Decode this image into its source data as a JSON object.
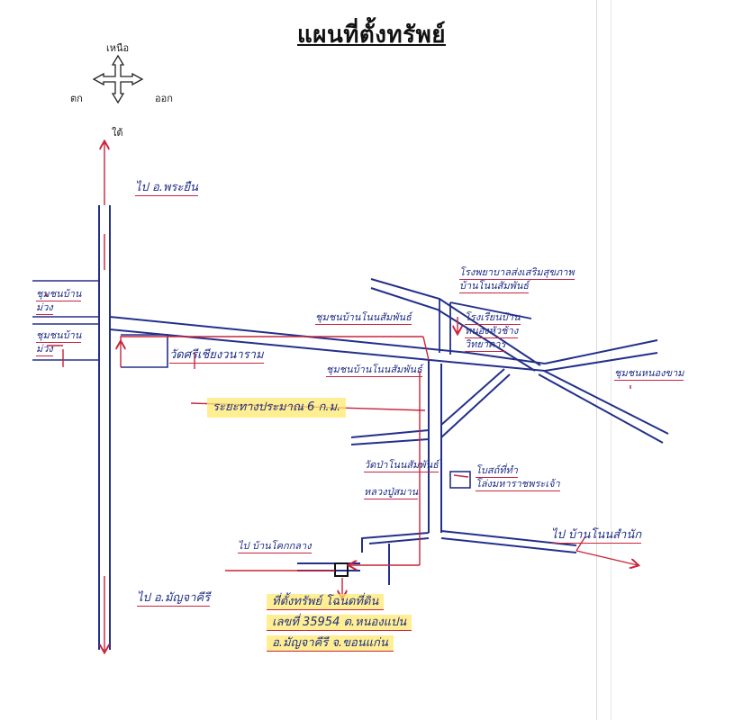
{
  "title": "แผนที่ตั้งทรัพย์",
  "compass": {
    "north": "เหนือ",
    "west": "ตก",
    "east": "ออก",
    "south": "ใต้"
  },
  "labels": {
    "to_phrayuen": "ไป อ.พระยืน",
    "community_left_1_a": "ชุมชนบ้าน",
    "community_left_1_b": "ม่วง",
    "community_left_2_a": "ชุมชนบ้าน",
    "community_left_2_b": "ม่วง",
    "wat_left": "วัดศรีเชียงวนาราม",
    "community_top": "ชุมชนบ้านโนนสัมพันธ์",
    "community_mid": "ชุมชนบ้านโนนสัมพันธ์",
    "hospital": "โรงพยาบาลส่งเสริมสุขภาพ",
    "hospital_2": "บ้านโนนสัมพันธ์",
    "school_1": "โรงเรียนบ้าน",
    "school_2": "หนองหัวช้าง",
    "school_3": "วิทยาคาร",
    "community_right": "ชุมชนหนองขาม",
    "distance": "ระยะทางประมาณ 6 ก.ม.",
    "wat_center_1": "วัดป่าโนนสัมพันธ์",
    "wat_center_2": "หลวงปู่สมาน",
    "temple_small_1": "โบสถ์ที่ทำ",
    "temple_small_2": "โล่งมหาราชพระเจ้า",
    "to_ban_non": "ไป บ้านโนนสำนัก",
    "to_ban_khok": "ไป บ้านโคกกลาง",
    "to_manchakhiri": "ไป อ.มัญจาคีรี",
    "property_1": "ที่ตั้งทรัพย์ โฉนดที่ดิน",
    "property_2": "เลขที่ 35954 ต.หนองแปน",
    "property_3": "อ.มัญจาคีรี จ.ขอนแก่น"
  },
  "colors": {
    "road": "#23308a",
    "ink": "#1f2d86",
    "arrow": "#c8243c",
    "highlight": "#ffe86e"
  }
}
